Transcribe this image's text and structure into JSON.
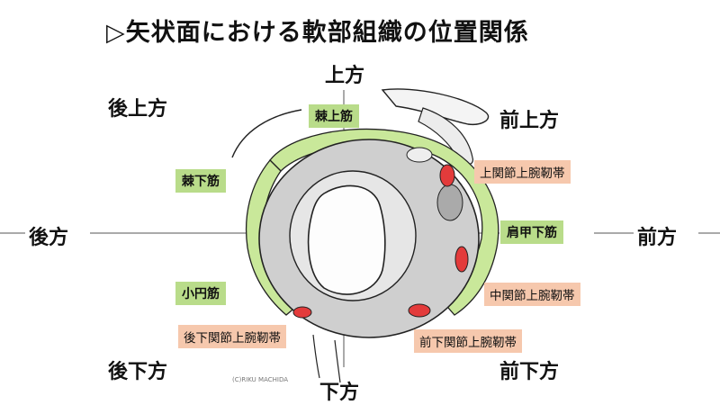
{
  "title": "▷矢状面における軟部組織の位置関係",
  "directions": {
    "superior": "上方",
    "inferior": "下方",
    "anterior": "前方",
    "posterior": "後方",
    "posterior_superior": "後上方",
    "anterior_superior": "前上方",
    "posterior_inferior": "後下方",
    "anterior_inferior": "前下方"
  },
  "muscles": {
    "supraspinatus": "棘上筋",
    "infraspinatus": "棘下筋",
    "teres_minor": "小円筋",
    "subscapularis": "肩甲下筋"
  },
  "ligaments": {
    "superior_gh": "上関節上腕靭帯",
    "middle_gh": "中関節上腕靭帯",
    "anterior_inferior_gh": "前下関節上腕靭帯",
    "posterior_inferior_gh": "後下関節上腕靭帯"
  },
  "copyright": "(C)RIKU MACHIDA",
  "colors": {
    "muscle_label_bg": "#b9dc8a",
    "ligament_label_bg": "#f6c8ad",
    "ligament_marker": "#e33b3b",
    "muscle_fill": "#c9e89a",
    "capsule_fill": "#cfcfcf"
  }
}
